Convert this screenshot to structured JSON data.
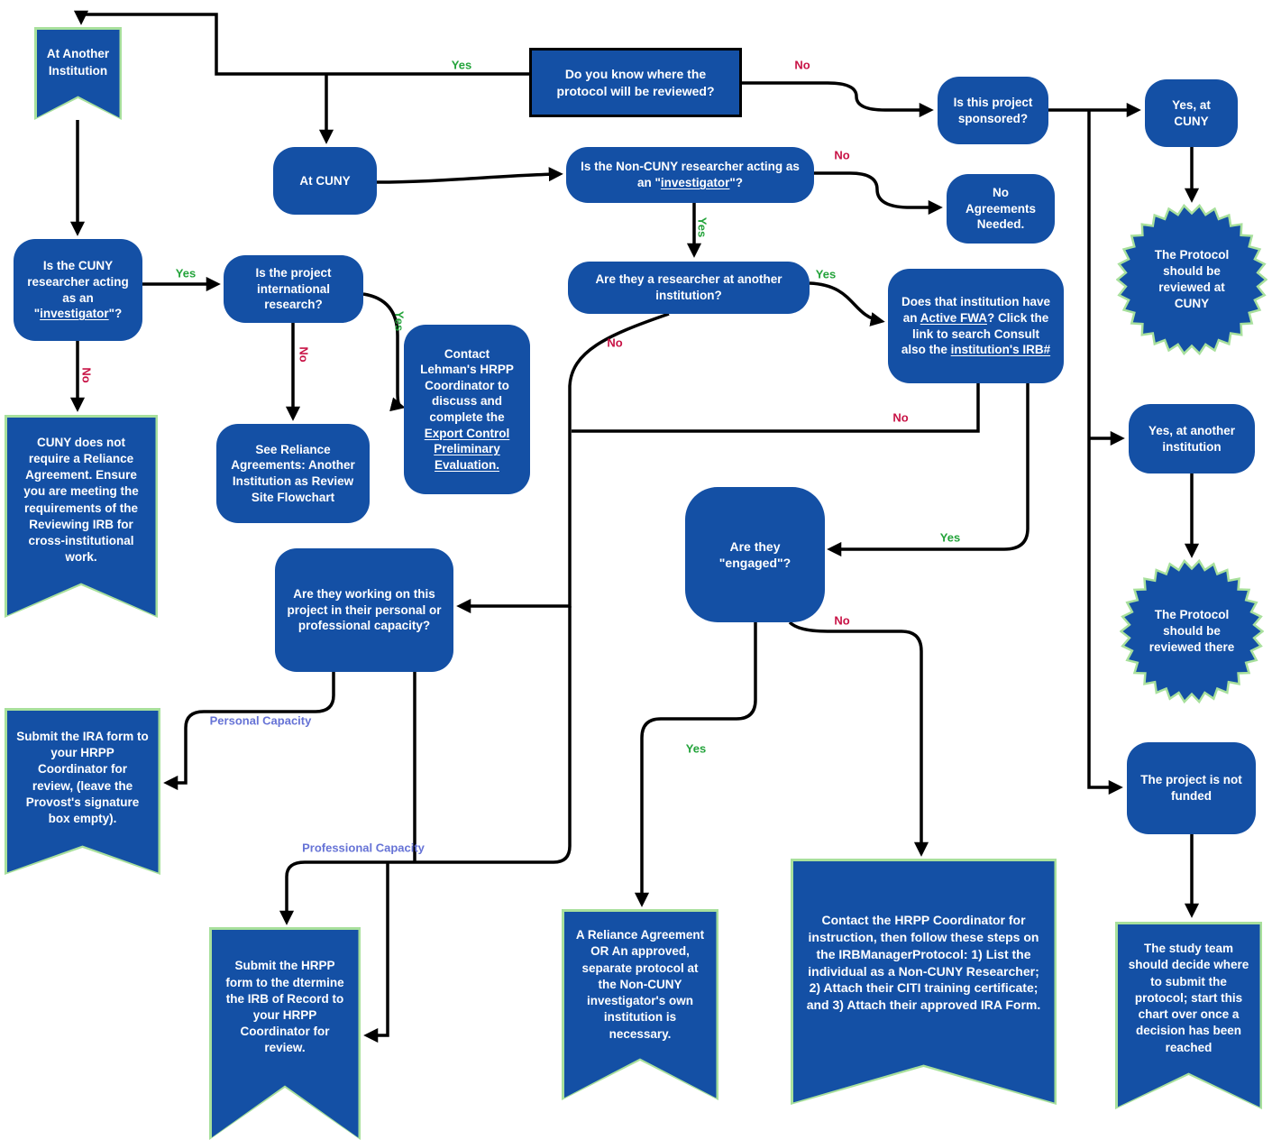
{
  "colors": {
    "node_fill": "#1450a5",
    "banner_border": "#a8e09c",
    "yes": "#23a33a",
    "no": "#c81346",
    "capacity": "#6673d6",
    "arrow": "#000000",
    "text": "#ffffff"
  },
  "nodes": {
    "start": {
      "label": "Do you know where the protocol will be reviewed?"
    },
    "at_another_institution": {
      "label": "At Another Institution"
    },
    "at_cuny": {
      "label": "At CUNY"
    },
    "sponsored": {
      "label": "Is this project sponsored?"
    },
    "yes_at_cuny": {
      "label": "Yes, at CUNY"
    },
    "non_cuny_investigator": {
      "parts": [
        "Is the Non-CUNY researcher acting as an \"",
        "investigator",
        "\"?"
      ]
    },
    "no_agreements": {
      "label": "No Agreements Needed."
    },
    "reviewed_at_cuny": {
      "label": "The Protocol should be reviewed at CUNY"
    },
    "cuny_researcher": {
      "parts": [
        "Is the CUNY researcher acting as an \"",
        "investigator",
        "\"?"
      ]
    },
    "international": {
      "label": "Is the project international research?"
    },
    "researcher_another": {
      "label": "Are they a researcher at another institution?"
    },
    "fwa": {
      "parts": [
        "Does that institution have an ",
        "Active FWA",
        "? Click the link to search Consult also the ",
        "institution's IRB#"
      ]
    },
    "contact_lehman": {
      "parts": [
        "Contact Lehman's HRPP Coordinator to discuss and complete the ",
        "Export Control Preliminary Evaluation."
      ]
    },
    "see_reliance": {
      "label": "See Reliance Agreements: Another Institution as Review Site Flowchart"
    },
    "cuny_no_reliance": {
      "label": "CUNY does not require a Reliance Agreement. Ensure you are meeting the requirements of the Reviewing IRB for cross-institutional work."
    },
    "yes_another_institution": {
      "label": "Yes, at another institution"
    },
    "reviewed_there": {
      "label": "The Protocol should be reviewed there"
    },
    "engaged": {
      "label": "Are they \"engaged\"?"
    },
    "working_capacity": {
      "label": "Are they working on this project in their personal or professional capacity?"
    },
    "submit_ira": {
      "label": "Submit the IRA form to your HRPP Coordinator for review, (leave the Provost's signature box empty)."
    },
    "not_funded": {
      "label": "The project is not funded"
    },
    "submit_hrpp": {
      "label": "Submit the HRPP form to the dtermine the IRB of Record to your HRPP Coordinator for review."
    },
    "reliance_needed": {
      "label": "A Reliance Agreement OR An approved, separate protocol at the Non-CUNY investigator's own institution is necessary."
    },
    "contact_hrpp": {
      "label": "Contact the HRPP Coordinator for instruction, then follow these steps on the IRBManagerProtocol: 1) List the individual as a Non-CUNY Researcher; 2) Attach their CITI training certificate; and 3) Attach their approved IRA Form."
    },
    "study_team": {
      "label": "The study team should decide where to submit the protocol; start this chart over once a decision has been reached"
    }
  },
  "edge_labels": {
    "yes": "Yes",
    "no": "No",
    "personal_capacity": "Personal Capacity",
    "professional_capacity": "Professional Capacity"
  }
}
